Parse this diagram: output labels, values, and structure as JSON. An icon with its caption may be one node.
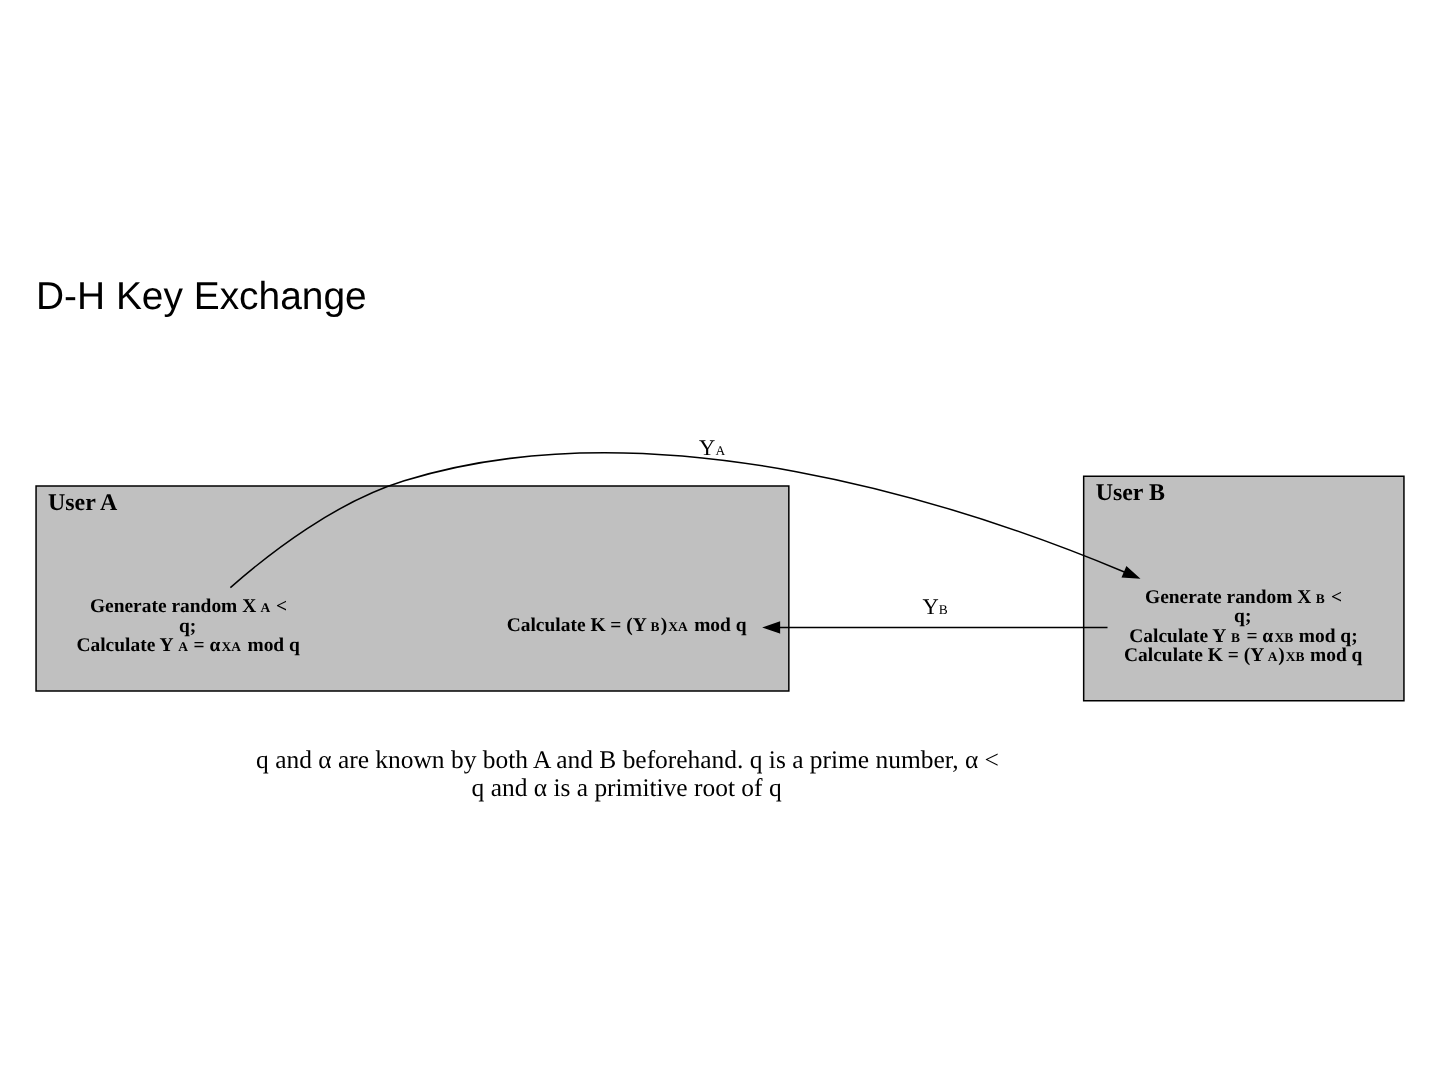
{
  "diagram": {
    "title": "D-H Key Exchange",
    "caption": "q and α are known by both A and B beforehand. q is a prime number, α < q and α is a primitive root of q",
    "nodes": [
      {
        "text": [
          "User A"
        ]
      },
      {
        "text": [
          "Generate random X$_{A}$ < q; Calculate Y$_{A}$ = α$^{XA}$ mod q"
        ],
        "in": 0
      },
      {
        "text": [
          "Calculate K = (Y$_{B}$)$^{XA}$ mod q"
        ],
        "in": 0
      },
      {
        "text": [
          "User B"
        ]
      },
      {
        "text": [
          "Generate random X$_{B}$ < q; Calculate Y$_{B}$ = α$^{XB}$ mod q; Calculate K = (Y$_{A}$)$^{XB}$ mod q"
        ],
        "in": 3
      }
    ],
    "edges": [
      {
        "from": 1,
        "to": 4,
        "arrow": "to",
        "label": "Y$_{A}$"
      },
      {
        "from": 4,
        "to": 2,
        "arrow": "to",
        "label": "Y$_{B}$"
      }
    ]
  }
}
